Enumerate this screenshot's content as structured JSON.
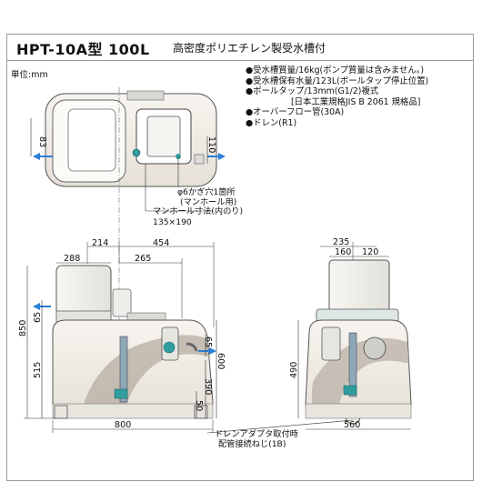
{
  "header": {
    "model": "HPT-10A型 100L",
    "subtitle": "高密度ポリエチレン製受水槽付"
  },
  "unit_label": "単位:mm",
  "specs": [
    "●受水槽質量/16kg(ポンプ質量は含みません。)",
    "●受水槽保有水量/123L(ボールタップ停止位置)",
    "●ボールタップ/13mm(G1/2)複式",
    "[日本工業規格JIS B 2061 規格品]",
    "●オーバーフロー管(30A)",
    "●ドレン(R1)"
  ],
  "top_view": {
    "dim_left": "83",
    "dim_right": "110",
    "hole_note": "φ6かぎ穴1箇所",
    "hole_note_sub": "(マンホール用)",
    "manhole_note": "マンホール寸法(内のり)",
    "manhole_size": "135×190"
  },
  "front_view": {
    "dim_top_1": "214",
    "dim_top_2": "454",
    "dim_pump_width": "288",
    "dim_inner": "265",
    "dim_total_height": "850",
    "dim_tank_height": "515",
    "dim_pipe_height": "65",
    "dim_outlet_height": "65",
    "dim_overflow_height": "600",
    "dim_drain_height": "390",
    "dim_base_height": "50",
    "dim_width": "800"
  },
  "side_view": {
    "dim_total": "235",
    "dim_a": "160",
    "dim_b": "120",
    "dim_height": "490",
    "dim_width": "560"
  },
  "callouts": {
    "drain_adapter": "ドレンアダプタ取付時",
    "pipe_thread": "配管接続ねじ(1B)"
  },
  "colors": {
    "border": "#9a9a9a",
    "tank_fill": "#f1ede6",
    "shadow": "#b7aca2",
    "pump_fill": "#f4f4f0",
    "accent_blue": "#2a7fd6",
    "teal": "#2f9e9e"
  }
}
